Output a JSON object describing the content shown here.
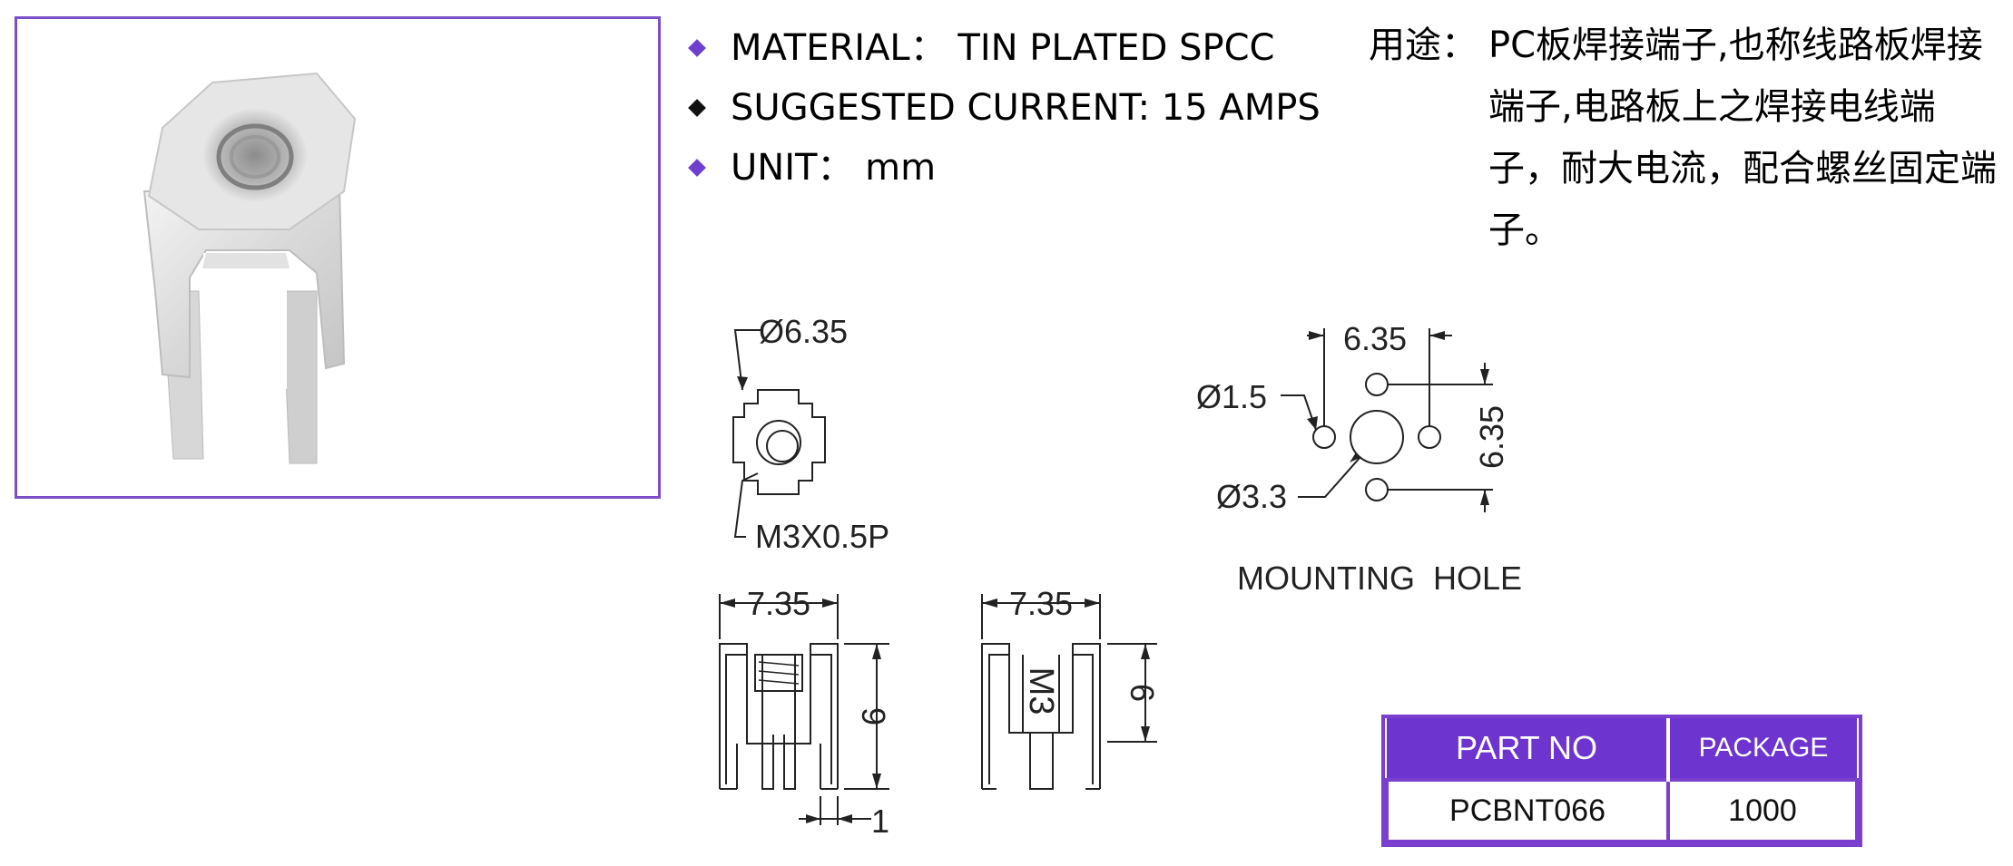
{
  "specs": [
    {
      "text": "MATERIAL： TIN PLATED SPCC",
      "bullet_color": "#6f3fd0"
    },
    {
      "text": "SUGGESTED CURRENT: 15 AMPS",
      "bullet_color": "#111111"
    },
    {
      "text": "UNIT： mm",
      "bullet_color": "#6f3fd0"
    }
  ],
  "usage": {
    "label": "用途：",
    "text": "PC板焊接端子,也称线路板焊接端子,电路板上之焊接电线端子，耐大电流，配合螺丝固定端子。"
  },
  "drawing": {
    "top_view": {
      "diameter": "Ø6.35",
      "thread": "M3X0.5P"
    },
    "mounting": {
      "pitch_h": "6.35",
      "pitch_v": "6.35",
      "small_hole": "Ø1.5",
      "large_hole": "Ø3.3",
      "title": "MOUNTING  HOLE"
    },
    "front_view": {
      "width": "7.35",
      "height": "9",
      "pin": "1"
    },
    "side_view": {
      "width": "7.35",
      "height": "6",
      "thread": "M3"
    }
  },
  "table": {
    "headers": [
      "PART NO",
      "PACKAGE"
    ],
    "row": [
      "PCBNT066",
      "1000"
    ],
    "accent_color": "#6e34cf"
  }
}
